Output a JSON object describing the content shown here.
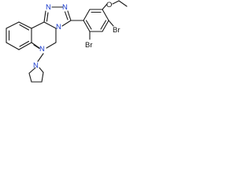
{
  "molecule": {
    "atoms": {
      "n_top_left": "N",
      "n_top_right": "N",
      "n_bridge": "N",
      "n_ring_lower": "N",
      "n_pyrrolidine": "N",
      "oxygen": "O",
      "br_upper": "Br",
      "br_lower": "Br"
    }
  }
}
